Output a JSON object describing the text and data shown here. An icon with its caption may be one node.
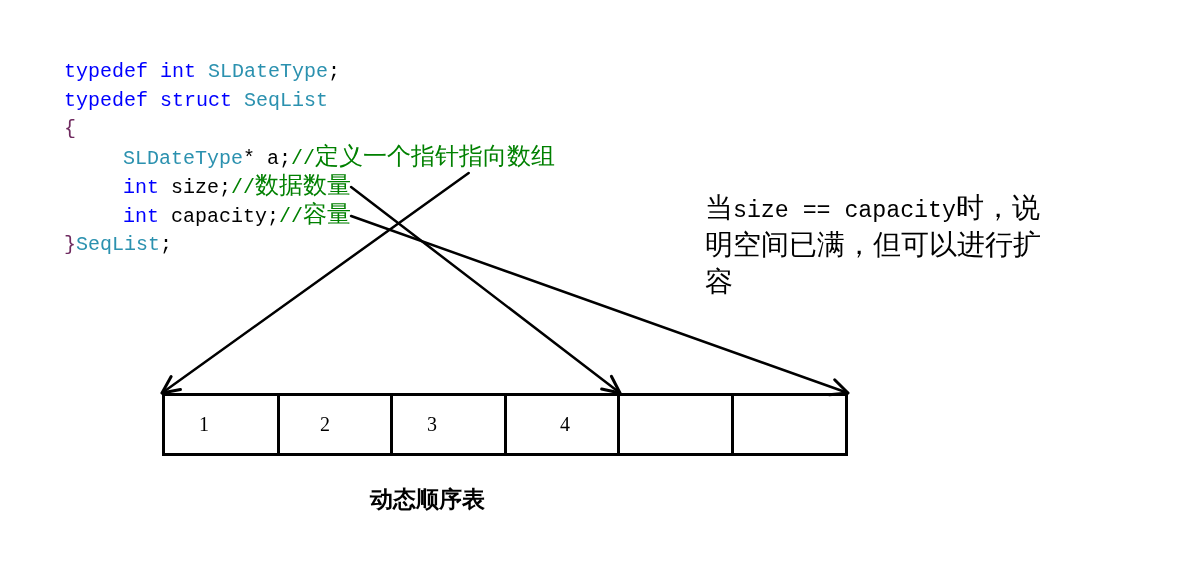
{
  "diagram": {
    "caption": "动态顺序表",
    "nodes": [
      {
        "text": [
          "SLDateType* a;",
          "//定义一个指针指向数组"
        ]
      },
      {
        "text": [
          "int size;",
          "//数据数量"
        ]
      },
      {
        "text": [
          "int capacity;",
          "//容量"
        ]
      },
      {
        "text": [
          "1"
        ]
      },
      {
        "text": [
          "2"
        ]
      },
      {
        "text": [
          "3"
        ]
      },
      {
        "text": [
          "4"
        ]
      },
      {
        "text": [],
        "shape": "box"
      },
      {
        "text": [],
        "shape": "box"
      }
    ],
    "edges": [
      {
        "from": 0,
        "to": 3,
        "arrow": "to"
      },
      {
        "from": 1,
        "to": 6,
        "arrow": "to"
      },
      {
        "from": 2,
        "to": 8,
        "arrow": "to"
      }
    ],
    "labels": [
      "typedef int SLDateType;",
      "typedef struct SeqList",
      "{",
      "}SeqList;",
      "当size == capacity时，说明空间已满，但可以进行扩容"
    ]
  }
}
